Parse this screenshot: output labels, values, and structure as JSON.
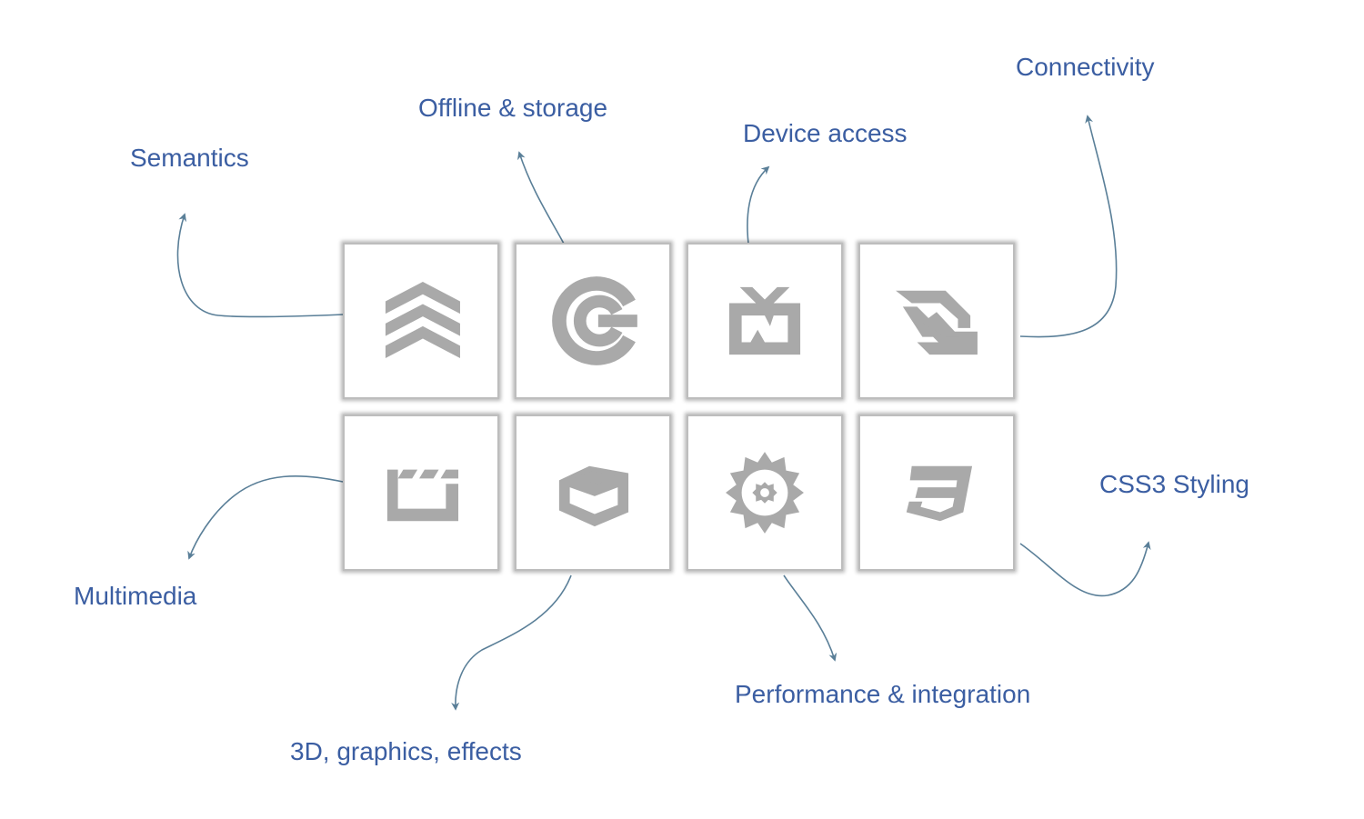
{
  "colors": {
    "label": "#3b5ea2",
    "arrow": "#5a7f98",
    "icon": "#a9a9a9",
    "tile_border": "#bdbdbd"
  },
  "features": [
    {
      "id": "semantics",
      "label": "Semantics",
      "icon": "semantics-icon"
    },
    {
      "id": "offline-storage",
      "label": "Offline & storage",
      "icon": "offline-storage-icon"
    },
    {
      "id": "device-access",
      "label": "Device access",
      "icon": "device-access-icon"
    },
    {
      "id": "connectivity",
      "label": "Connectivity",
      "icon": "connectivity-icon"
    },
    {
      "id": "multimedia",
      "label": "Multimedia",
      "icon": "multimedia-icon"
    },
    {
      "id": "3d-graphics-effects",
      "label": "3D, graphics, effects",
      "icon": "3d-graphics-icon"
    },
    {
      "id": "performance-integration",
      "label": "Performance & integration",
      "icon": "performance-gear-icon"
    },
    {
      "id": "css3-styling",
      "label": "CSS3 Styling",
      "icon": "css3-icon"
    }
  ]
}
